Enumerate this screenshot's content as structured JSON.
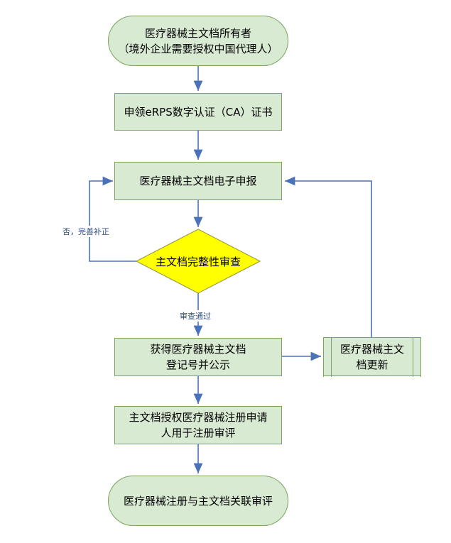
{
  "nodes": {
    "owner_line1": "医疗器械主文档所有者",
    "owner_line2": "（境外企业需要授权中国代理人）",
    "ca_cert": "申领eRPS数字认证（CA）证书",
    "e_submit": "医疗器械主文档电子申报",
    "review": "主文档完整性审查",
    "reg_line1": "获得医疗器械主文档",
    "reg_line2": "登记号并公示",
    "update_line1": "医疗器械主文",
    "update_line2": "档更新",
    "authorize_line1": "主文档授权医疗器械注册申请",
    "authorize_line2": "人用于注册审评",
    "link_review": "医疗器械注册与主文档关联审评"
  },
  "edges": {
    "no_label": "否，完善补正",
    "pass_label": "审查通过"
  },
  "colors": {
    "process_fill": "#d9ead3",
    "process_border": "#7aa35c",
    "decision_fill": "#ffff00",
    "connector": "#4a72b8"
  }
}
